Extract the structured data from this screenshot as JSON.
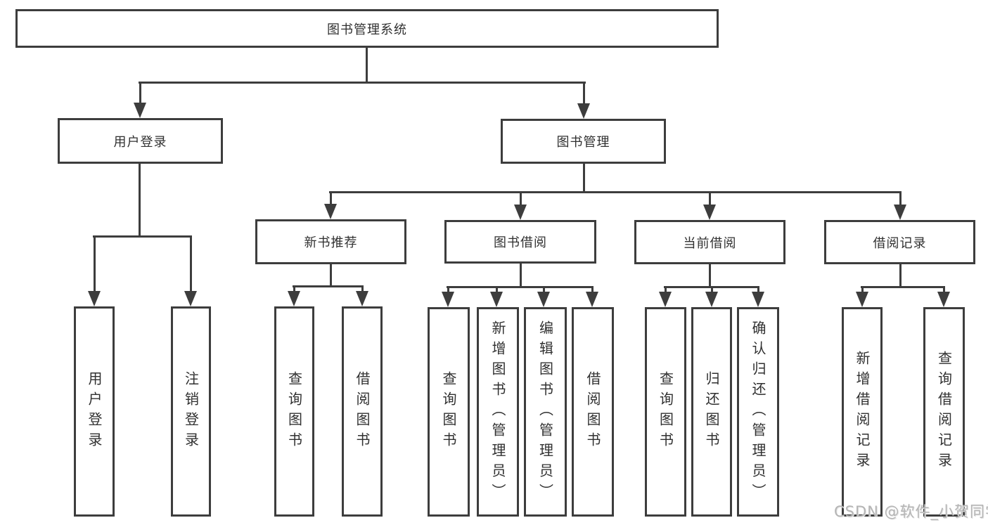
{
  "diagram": {
    "root": "图书管理系统",
    "user_branch": {
      "label": "用户登录",
      "children": [
        "用户登录",
        "注销登录"
      ]
    },
    "mgmt_branch": {
      "label": "图书管理",
      "sections": [
        {
          "label": "新书推荐",
          "children": [
            "查询图书",
            "借阅图书"
          ]
        },
        {
          "label": "图书借阅",
          "children": [
            "查询图书",
            "新增图书（管理员）",
            "编辑图书（管理员）",
            "借阅图书"
          ]
        },
        {
          "label": "当前借阅",
          "children": [
            "查询图书",
            "归还图书",
            "确认归还（管理员）"
          ]
        },
        {
          "label": "借阅记录",
          "children": [
            "新增借阅记录",
            "查询借阅记录"
          ]
        }
      ]
    }
  },
  "watermark": "CSDN @软件_小贺同学",
  "colors": {
    "line": "#3d3d3d",
    "text": "#303030",
    "watermark": "#b5b5b5",
    "background": "#ffffff"
  }
}
